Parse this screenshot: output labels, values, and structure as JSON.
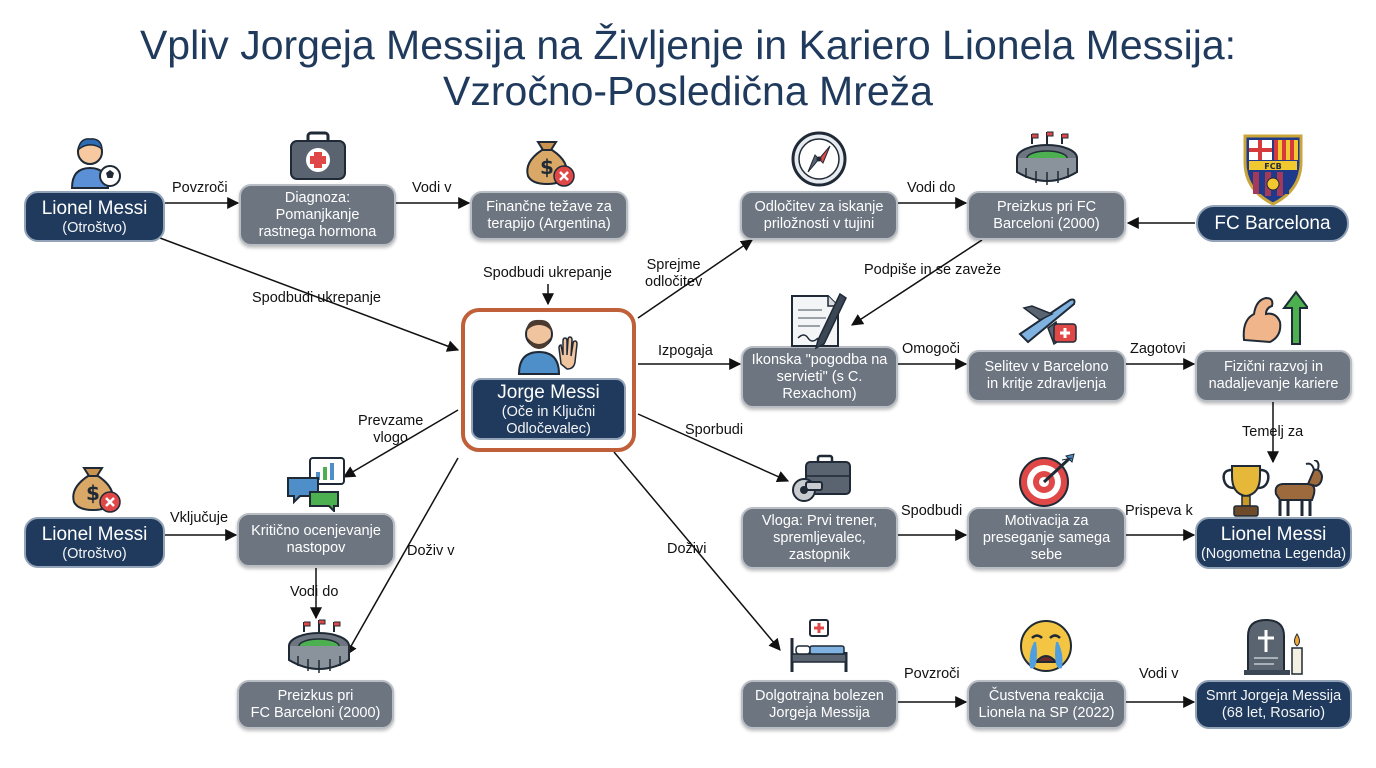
{
  "title": {
    "line1": "Vpliv Jorgeja Messija na Življenje in Kariero Lionela Messija:",
    "line2": "Vzročno-Posledična Mreža"
  },
  "nodes": {
    "messi_child_top": {
      "main": "Lionel Messi",
      "sub": "(Otroštvo)"
    },
    "diagnosis": {
      "line1": "Diagnoza:",
      "line2": "Pomanjkanje",
      "line3": "rastnega hormona"
    },
    "financial": {
      "line1": "Finančne težave za",
      "line2": "terapijo (Argentina)"
    },
    "decision_abroad": {
      "line1": "Odločitev za iskanje",
      "line2": "priložnosti v tujini"
    },
    "trial_top": {
      "line1": "Preizkus pri FC",
      "line2": "Barceloni (2000)"
    },
    "fc_barcelona": {
      "main": "FC Barcelona"
    },
    "jorge": {
      "main": "Jorge Messi",
      "sub1": "(Oče in Ključni",
      "sub2": "Odločevalec)"
    },
    "napkin": {
      "line1": "Ikonska \"pogodba na",
      "line2": "servieti\" (s C.",
      "line3": "Rexachom)"
    },
    "move": {
      "line1": "Selitev v Barcelono",
      "line2": "in kritje zdravljenja"
    },
    "physical": {
      "line1": "Fizični razvoj in",
      "line2": "nadaljevanje kariere"
    },
    "messi_child_bottom": {
      "main": "Lionel Messi",
      "sub": "(Otroštvo)"
    },
    "critique": {
      "line1": "Kritično ocenjevanje",
      "line2": "nastopov"
    },
    "role": {
      "line1": "Vloga: Prvi trener,",
      "line2": "spremljevalec,",
      "line3": "zastopnik"
    },
    "motivation": {
      "line1": "Motivacija za",
      "line2": "preseganje samega",
      "line3": "sebe"
    },
    "legend": {
      "main": "Lionel Messi",
      "sub": "(Nogometna Legenda)"
    },
    "trial_bottom": {
      "line1": "Preizkus pri",
      "line2": "FC Barceloni (2000)"
    },
    "illness": {
      "line1": "Dolgotrajna bolezen",
      "line2": "Jorgeja Messija"
    },
    "reaction": {
      "line1": "Čustvena reakcija",
      "line2": "Lionela na SP (2022)"
    },
    "death": {
      "line1": "Smrt Jorgeja Messija",
      "line2": "(68 let, Rosario)"
    }
  },
  "edges": {
    "povzroci_1": "Povzroči",
    "vodi_v_1": "Vodi v",
    "spodbudi_ukrepanje_1": "Spodbudi ukrepanje",
    "spodbudi_ukrepanje_2": "Spodbudi ukrepanje",
    "sprejme_1": "Sprejme",
    "sprejme_2": "odločitev",
    "vodi_do_1": "Vodi do",
    "podpise": "Podpiše in se zaveže",
    "izpogaja": "Izpogaja",
    "omogoci": "Omogoči",
    "zagotovi": "Zagotovi",
    "temelj_za": "Temelj za",
    "prevzame_1": "Prevzame",
    "prevzame_2": "vlogo",
    "vkljucuje": "Vključuje",
    "vodi_do_2": "Vodi do",
    "doziv_v": "Doživ v",
    "sporbudi": "Sporbudi",
    "spodbudi": "Spodbudi",
    "prispeva_k": "Prispeva k",
    "dozivi": "Doživi",
    "povzroci_2": "Povzroči",
    "vodi_v_2": "Vodi v"
  },
  "crest_text": "FCB",
  "icons": [
    "boy-soccer-icon",
    "medical-kit-icon",
    "money-bag-icon",
    "compass-icon",
    "stadium-icon",
    "fc-barcelona-crest-icon",
    "man-waving-icon",
    "contract-pen-icon",
    "airplane-medical-icon",
    "muscle-arrow-icon",
    "money-bag-icon",
    "chat-chart-icon",
    "whistle-briefcase-icon",
    "target-icon",
    "trophy-goat-icon",
    "stadium-icon",
    "hospital-bed-icon",
    "crying-face-icon",
    "gravestone-candle-icon"
  ],
  "colors": {
    "navy": "#1f3a5c",
    "gray_node": "#6d7580",
    "accent_frame": "#c0603a"
  }
}
